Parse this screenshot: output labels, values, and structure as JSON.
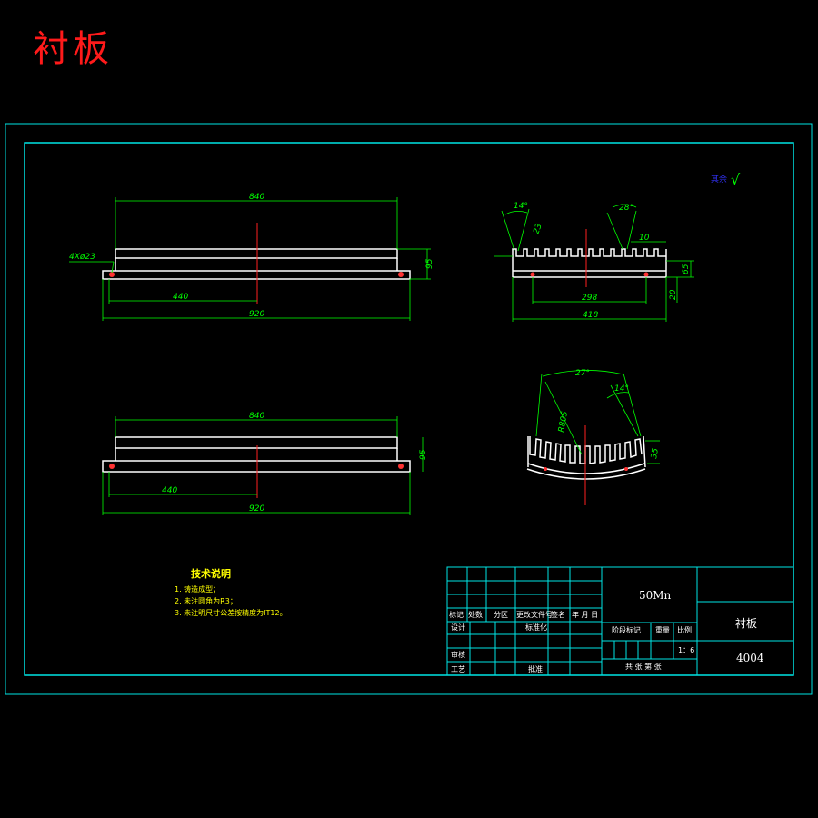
{
  "title": "衬板",
  "roughness": {
    "label": "其余",
    "symbol": "√"
  },
  "views": {
    "front_top": {
      "length_top": "840",
      "length_bottom": "920",
      "to_center": "440",
      "height": "95",
      "holes": "4Xø23"
    },
    "front_bottom": {
      "length_top": "840",
      "length_bottom": "920",
      "to_center": "440",
      "height": "95"
    },
    "side": {
      "angle_left": "14°",
      "angle_top": "28°",
      "tooth_depth": "23",
      "tooth_width": "10",
      "height_main": "65",
      "height_base": "20",
      "inner_width": "298",
      "outer_width": "418"
    },
    "arc": {
      "angle_span": "27°",
      "angle_side": "14°",
      "radius": "R805",
      "height": "35"
    }
  },
  "notes": {
    "heading": "技术说明",
    "items": [
      "1. 铸造成型；",
      "2. 未注圆角为R3；",
      "3. 未注明尺寸公差按精度为IT12。"
    ]
  },
  "title_block": {
    "material": "50Mn",
    "part_name": "衬板",
    "drawing_no": "4004",
    "scale": "1：6",
    "rev_headers": [
      "标记",
      "处数",
      "分区",
      "更改文件号",
      "签名",
      "年 月 日"
    ],
    "roles": [
      "设计",
      "审核",
      "工艺"
    ],
    "standardize": "标准化",
    "approve": "批准",
    "stage_label": "阶段标记",
    "weight_label": "重量",
    "scale_label": "比例",
    "sheets_label": "共 张  第 张"
  }
}
